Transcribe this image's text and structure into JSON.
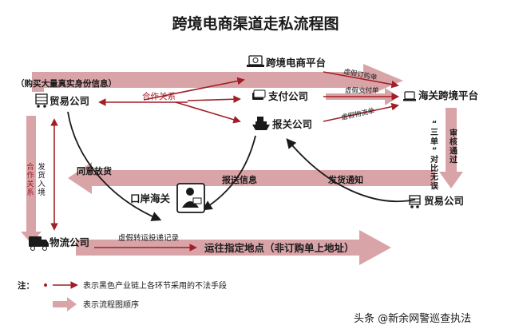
{
  "title": "跨境电商渠道走私流程图",
  "nodes": {
    "platform": "跨境电商平台",
    "payment": "支付公司",
    "customs_broker": "报关公司",
    "customs_platform": "海关跨境平台",
    "trade_co_left": "贸易公司",
    "trade_co_right": "贸易公司",
    "port_customs": "口岸海关",
    "logistics": "物流公司"
  },
  "labels": {
    "buy_ids": "（购买大量真实身份信息）",
    "cooperation": "合作关系",
    "fake_order": "虚假订购单",
    "fake_payment": "虚假支付单",
    "fake_logistics": "虚假物流单",
    "three_docs": "“三单”对比无误",
    "review_pass": "审核通过",
    "agree_release": "同意放货",
    "report_info": "报送信息",
    "ship_notice": "发货通知",
    "cooperation_vertical": "合作关系",
    "ship_entry": "发货入境",
    "fake_transfer": "虚假转运投递记录",
    "deliver_address": "运往指定地点（非订购单上地址）"
  },
  "legend": {
    "note": "注：",
    "illegal": "表示黑色产业链上各环节采用的不法手段",
    "flow": "表示流程图顺序"
  },
  "watermark": "头条 @新余网警巡查执法",
  "colors": {
    "flow_arrow": "#d9a4a8",
    "illegal_red": "#a01e25",
    "ink": "#1a1a1a"
  },
  "icons": {
    "platform": "laptop-icon",
    "payment": "card-icon",
    "customs_broker": "ship-icon",
    "customs_platform": "laptop-icon",
    "trade_co": "cart-icon",
    "port_customs": "officer-icon",
    "logistics": "truck-icon"
  }
}
